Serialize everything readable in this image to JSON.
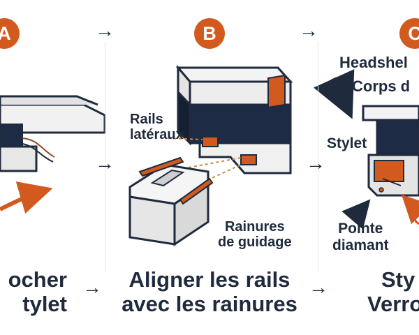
{
  "steps": [
    {
      "badge": "A",
      "caption_line1": "ocher",
      "caption_line2": "tylet"
    },
    {
      "badge": "B",
      "callout_rails": "Rails\nlatéraux",
      "callout_grooves": "Rainures\nde guidage",
      "caption_line1": "Aligner les rails",
      "caption_line2": "avec les rainures"
    },
    {
      "badge": "C",
      "callout_headshell": "Headshel",
      "callout_body": "Corps d",
      "callout_stylus": "Stylet",
      "callout_diamond": "Pointe\ndiamant",
      "caption_line1": "Sty",
      "caption_line2": "Verro"
    }
  ],
  "arrow_glyph": "→",
  "colors": {
    "accent": "#d35a1f",
    "navy": "#1f2a3d",
    "panel_gray": "#e9eaec",
    "dark_block": "#1e2b44"
  },
  "icons": [
    "arrow-right-icon",
    "curved-arrow-icon",
    "pointer-arrow-icon"
  ]
}
